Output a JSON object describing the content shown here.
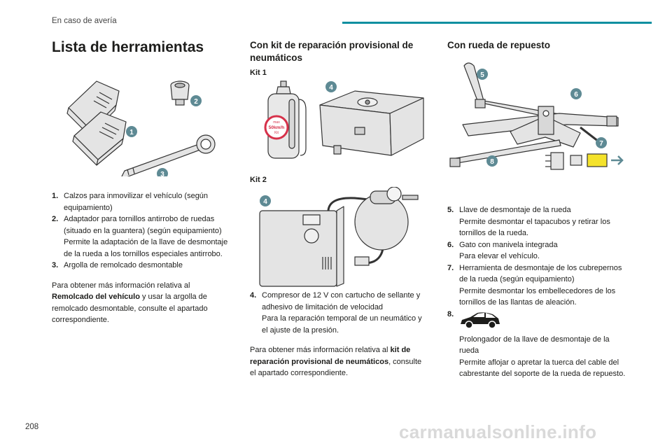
{
  "header": {
    "section_title": "En caso de avería"
  },
  "page_number": "208",
  "watermark": "carmanualsonline.info",
  "col1": {
    "title": "Lista de herramientas",
    "badges": [
      "1",
      "2",
      "3"
    ],
    "items": [
      {
        "num": "1.",
        "text": "Calzos para inmovilizar el vehículo (según equipamiento)"
      },
      {
        "num": "2.",
        "text": "Adaptador para tornillos antirrobo de ruedas (situado en la guantera) (según equipamiento)",
        "extra": "Permite la adaptación de la llave de desmontaje de la rueda a los tornillos especiales antirrobo."
      },
      {
        "num": "3.",
        "text": "Argolla de remolcado desmontable"
      }
    ],
    "note": {
      "pre": "Para obtener más información relativa al ",
      "bold": "Remolcado del vehículo",
      "post": " y usar la argolla de remolcado desmontable, consulte el apartado correspondiente."
    }
  },
  "col2": {
    "title": "Con kit de reparación provisional de neumáticos",
    "kit1_label": "Kit 1",
    "kit2_label": "Kit 2",
    "badge_kit1": "4",
    "badge_kit2": "4",
    "bottle_label_line1": "max",
    "bottle_label_line2": "50km/h",
    "bottle_label_line3": "Kit",
    "items": [
      {
        "num": "4.",
        "text": "Compresor de 12 V con cartucho de sellante y adhesivo de limitación de velocidad",
        "extra": "Para la reparación temporal de un neumático y el ajuste de la presión."
      }
    ],
    "note": {
      "pre": "Para obtener más información relativa al ",
      "bold": "kit de reparación provisional de neumáticos",
      "post": ", consulte el apartado correspondiente."
    }
  },
  "col3": {
    "title": "Con rueda de repuesto",
    "badges": [
      "5",
      "6",
      "7",
      "8"
    ],
    "items": [
      {
        "num": "5.",
        "text": "Llave de desmontaje de la rueda",
        "extra": "Permite desmontar el tapacubos y retirar los tornillos de la rueda."
      },
      {
        "num": "6.",
        "text": "Gato con manivela integrada",
        "extra": "Para elevar el vehículo."
      },
      {
        "num": "7.",
        "text": "Herramienta de desmontaje de los cubrepernos de la rueda (según equipamiento)",
        "extra": "Permite desmontar los embellecedores de los tornillos de las llantas de aleación."
      },
      {
        "num": "8.",
        "text": "Prolongador de la llave de desmontaje de la rueda",
        "extra": "Permite aflojar o apretar la tuerca del cable del cabrestante del soporte de la rueda de repuesto."
      }
    ]
  },
  "colors": {
    "accent": "#0c8fa0",
    "badge": "#5e8a94",
    "tool_fill": "#e4e4e4",
    "tool_stroke": "#333333",
    "kit_red": "#d6314a",
    "tool7_yellow": "#f4e22b"
  }
}
